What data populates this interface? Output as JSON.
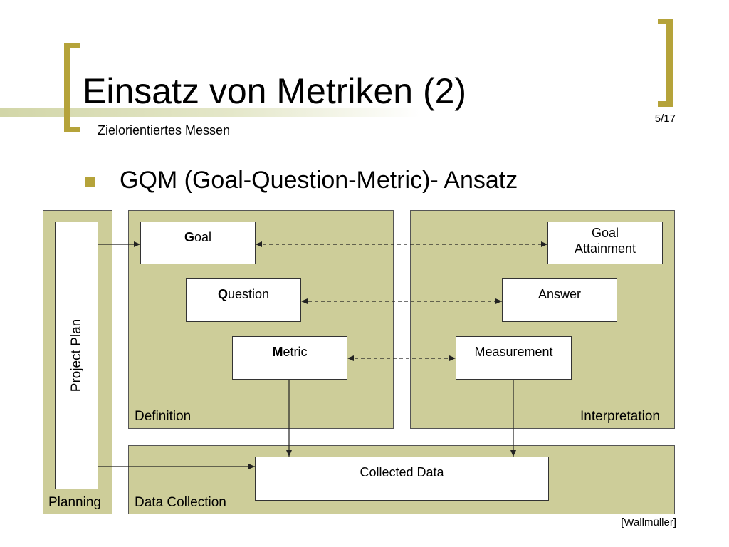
{
  "slide": {
    "title": "Einsatz von Metriken (2)",
    "subtitle": "Zielorientiertes Messen",
    "page": "5/17",
    "bullet": "GQM (Goal-Question-Metric)- Ansatz",
    "source": "[Wallmüller]"
  },
  "colors": {
    "accent": "#b5a33a",
    "panel": "#cdcd99"
  },
  "diagram": {
    "panels": {
      "planning": "Planning",
      "definition": "Definition",
      "interpretation": "Interpretation",
      "data_collection": "Data Collection"
    },
    "nodes": {
      "project_plan": "Project Plan",
      "goal_first": "G",
      "goal_rest": "oal",
      "question_first": "Q",
      "question_rest": "uestion",
      "metric_first": "M",
      "metric_rest": "etric",
      "goal_attainment_1": "Goal",
      "goal_attainment_2": "Attainment",
      "answer": "Answer",
      "measurement": "Measurement",
      "collected_data": "Collected Data"
    }
  }
}
